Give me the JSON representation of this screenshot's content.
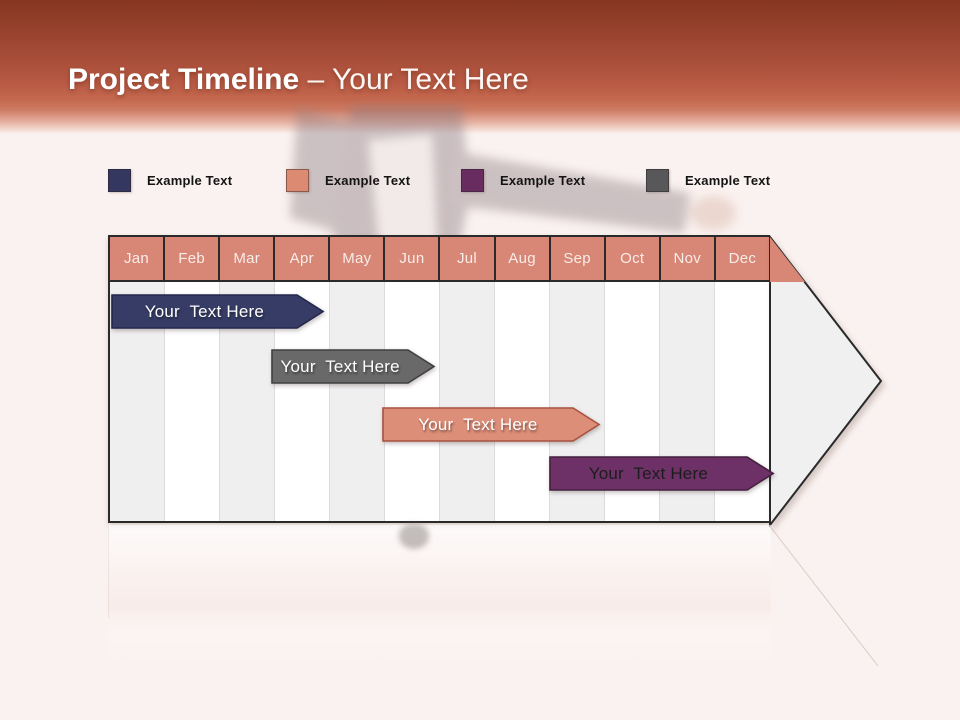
{
  "slide": {
    "background_color": "#FAF2F0",
    "band_top_color": "#86351F",
    "band_mid_color": "#BA5C45",
    "title": {
      "bold_part": "Project Timeline",
      "separator": " – ",
      "light_part": "Your Text Here"
    }
  },
  "legend": {
    "items": [
      {
        "label": "Example Text",
        "color": "#343760"
      },
      {
        "label": "Example Text",
        "color": "#DD8A73"
      },
      {
        "label": "Example Text",
        "color": "#682C60"
      },
      {
        "label": "Example Text",
        "color": "#58585A"
      }
    ]
  },
  "timeline": {
    "months": [
      "Jan",
      "Feb",
      "Mar",
      "Apr",
      "May",
      "Jun",
      "Jul",
      "Aug",
      "Sep",
      "Oct",
      "Nov",
      "Dec"
    ],
    "header_fill": "#D88675",
    "header_text_color": "#F8EDE9",
    "stripe_color": "#F0EFF0",
    "column_alt_color": "#FFFFFF",
    "grid_line_color": "#DCDADB",
    "outline_color": "#2A2A2A",
    "arrow_fill": "#F1F0F1",
    "bars": [
      {
        "label": "Your  Text Here",
        "fill": "#363C66",
        "stroke": "#23274B",
        "text_color": "#FFFFFF",
        "start_col": 0.07,
        "end_col": 3.43
      },
      {
        "label": "Your  Text Here",
        "fill": "#696969",
        "stroke": "#404040",
        "text_color": "#FFFFFF",
        "start_col": 2.98,
        "end_col": 5.45
      },
      {
        "label": "Your  Text Here",
        "fill": "#DD8E79",
        "stroke": "#A8523F",
        "text_color": "#FFFFFF",
        "start_col": 4.99,
        "end_col": 8.44
      },
      {
        "label": "Your  Text Here",
        "fill": "#6D3167",
        "stroke": "#45203F",
        "text_color": "#1C1C1C",
        "start_col": 8.02,
        "end_col": 11.6
      }
    ]
  }
}
